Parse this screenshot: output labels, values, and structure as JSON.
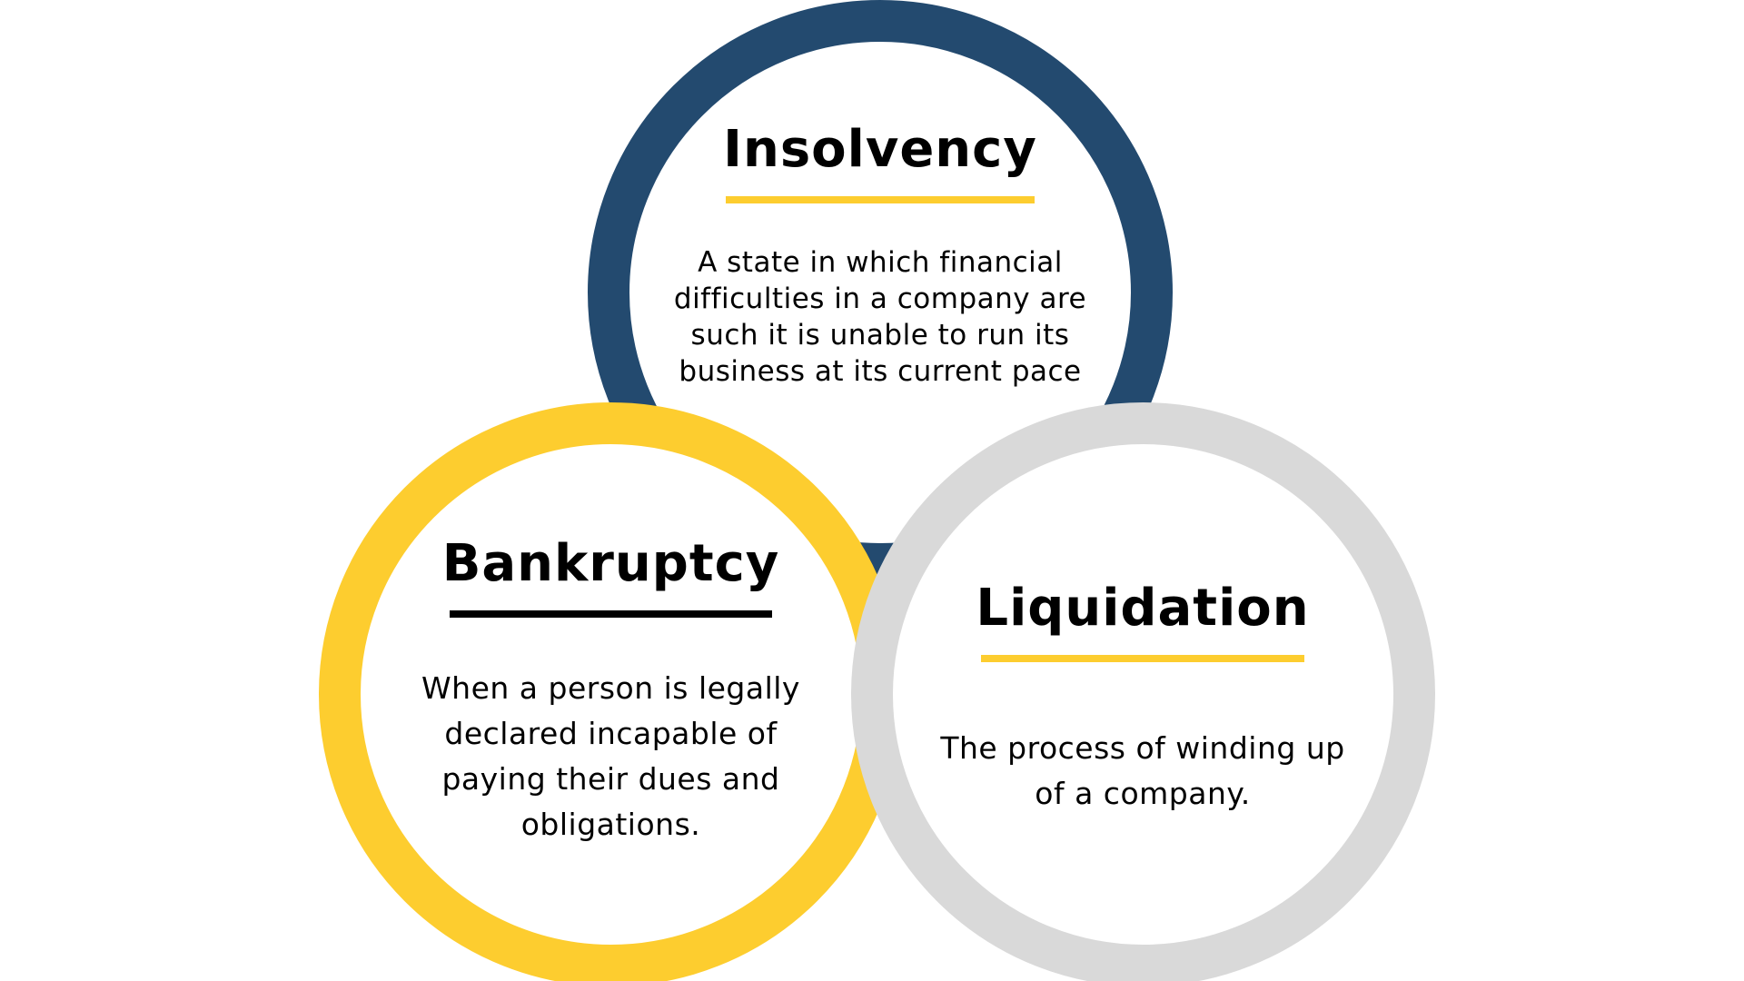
{
  "colors": {
    "navy": "#234a6f",
    "yellow": "#fdcd2f",
    "gray": "#d9d9d9",
    "black": "#000000"
  },
  "circles": [
    {
      "id": "insolvency",
      "title": "Insolvency",
      "description": "A state in which financial difficulties in a company are such it is unable to run its business at its current pace",
      "ring_color": "#234a6f",
      "underline_color": "#fdcd2f"
    },
    {
      "id": "bankruptcy",
      "title": "Bankruptcy",
      "description": "When a person is legally declared incapable of paying their dues and obligations.",
      "ring_color": "#fdcd2f",
      "underline_color": "#000000"
    },
    {
      "id": "liquidation",
      "title": "Liquidation",
      "description": "The process of winding up of a company.",
      "ring_color": "#d9d9d9",
      "underline_color": "#fdcd2f"
    }
  ]
}
